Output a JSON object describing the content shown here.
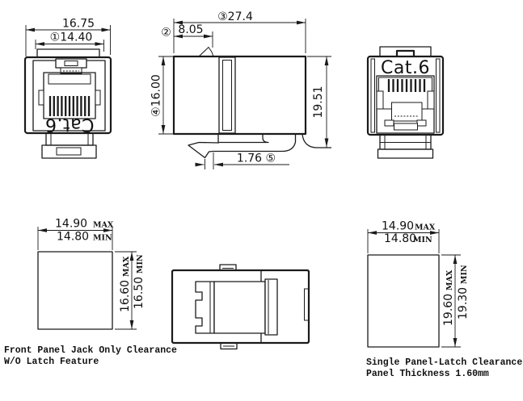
{
  "views": {
    "front_left": {
      "dim_outer_width": "16.75",
      "dim_inner_width": "①14.40",
      "product_label": "Cat.6"
    },
    "side": {
      "dim_depth": "③27.4",
      "balloon": "②",
      "dim_ramp_offset": "8.05",
      "dim_body_height": "④16.00",
      "dim_overall_height": "19.51",
      "dim_latch_tip": "1.76 ⑤"
    },
    "front_right": {
      "product_label": "Cat.6"
    },
    "panel_front": {
      "width_max": "14.90",
      "width_max_tol": "MAX",
      "width_min": "14.80",
      "width_min_tol": "MIN",
      "height_max": "16.60",
      "height_max_tol": "MAX",
      "height_min": "16.50",
      "height_min_tol": "MIN",
      "caption1": "Front Panel Jack Only Clearance",
      "caption2": "W/O Latch Feature"
    },
    "panel_latch": {
      "width_max": "14.90",
      "width_max_tol": "MAX",
      "width_min": "14.80",
      "width_min_tol": "MIN",
      "height_max": "19.60",
      "height_max_tol": "MAX",
      "height_min": "19.30",
      "height_min_tol": "MIN",
      "caption1": "Single Panel-Latch Clearance",
      "caption2": "Panel Thickness 1.60mm"
    }
  },
  "colors": {
    "ink": "#1a1a1a",
    "background": "#ffffff"
  }
}
